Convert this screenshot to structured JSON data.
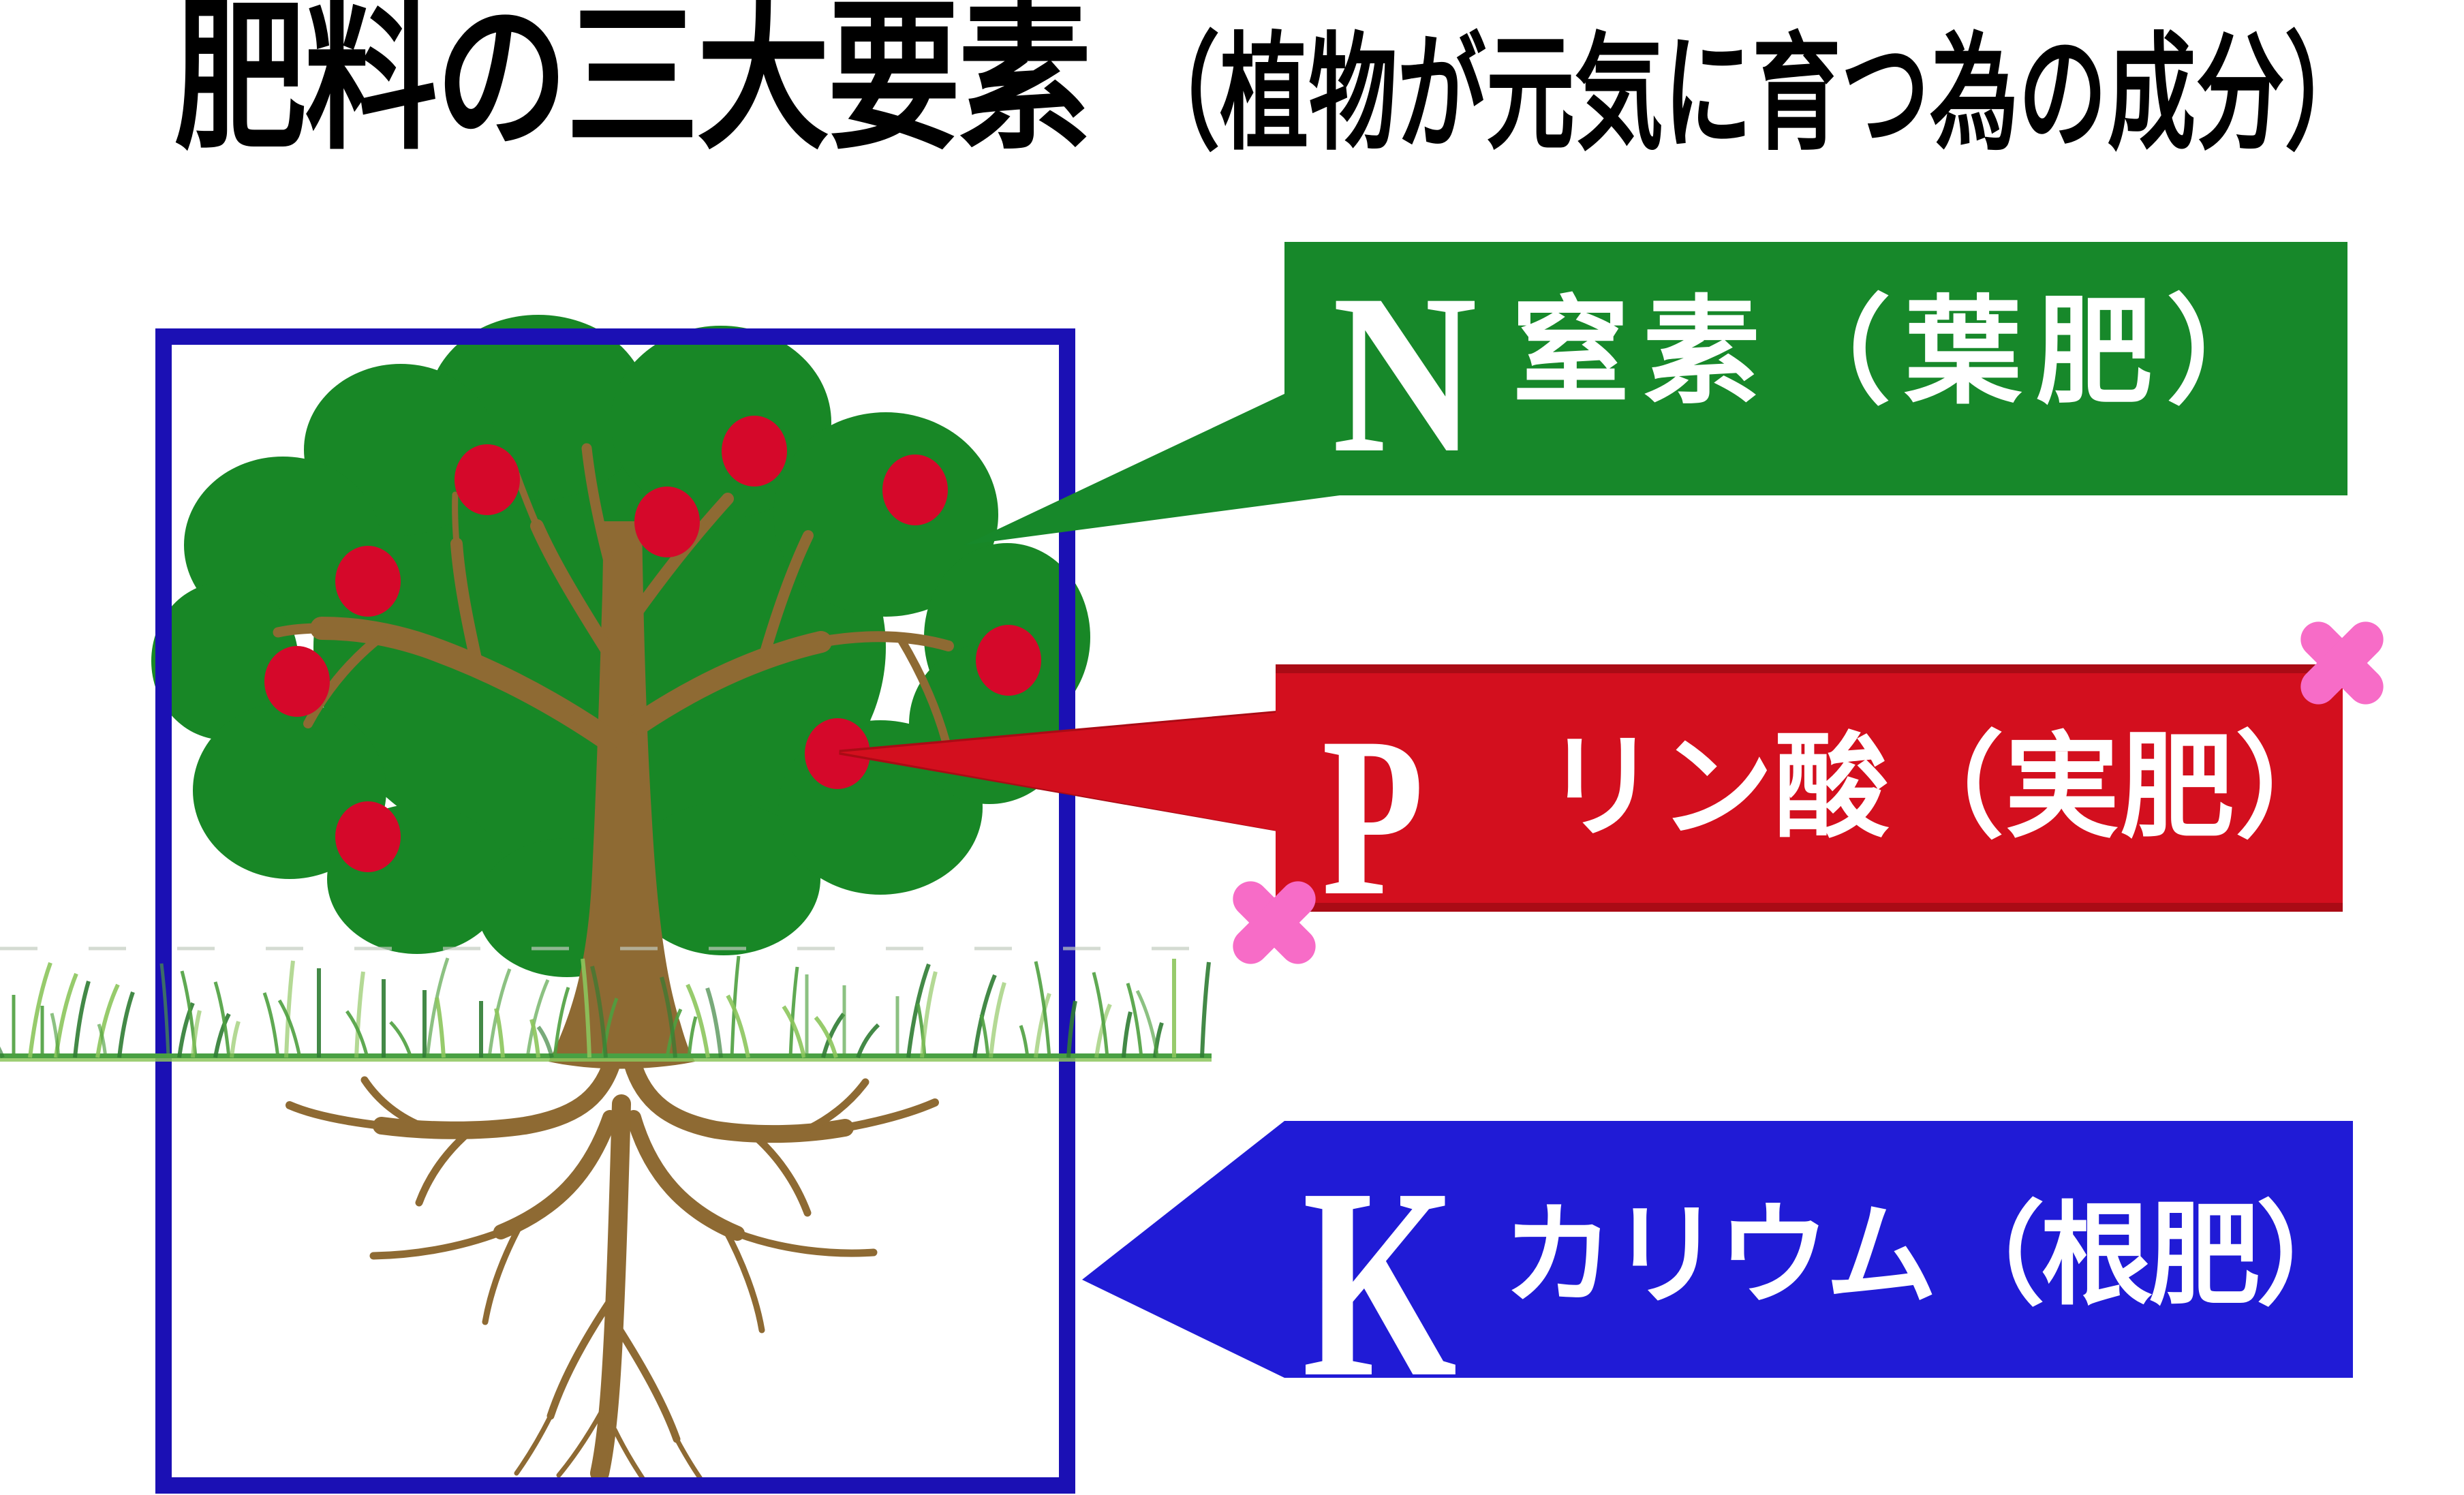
{
  "title": {
    "main": "肥料の三大要素",
    "sub": "（植物が元気に育つ為の成分）"
  },
  "banners": [
    {
      "id": "nitrogen",
      "letter": "N",
      "label": "窒素（葉肥）"
    },
    {
      "id": "phosphate",
      "letter": "P",
      "label": "リン酸（実肥）"
    },
    {
      "id": "potassium",
      "letter": "K",
      "label": "カリウム（根肥）"
    }
  ],
  "illustration": {
    "fruit_count": 9,
    "cross_marks": 2
  },
  "colors": {
    "banner_green": "#17882a",
    "banner_red": "#d30f1e",
    "banner_red_edge": "#aa0b15",
    "banner_blue": "#201bd6",
    "box_blue": "#1b10b4",
    "canopy_green": "#188726",
    "fruit_red": "#d5082a",
    "trunk_brown": "#8e6a33",
    "grass_dark": "#2f7c33",
    "grass_mid": "#4ea03f",
    "grass_light": "#8cc55c",
    "grass_line": "#49a043",
    "cross_pink": "#f76cc7",
    "title_ink": "#000000",
    "banner_text": "#ffffff"
  }
}
